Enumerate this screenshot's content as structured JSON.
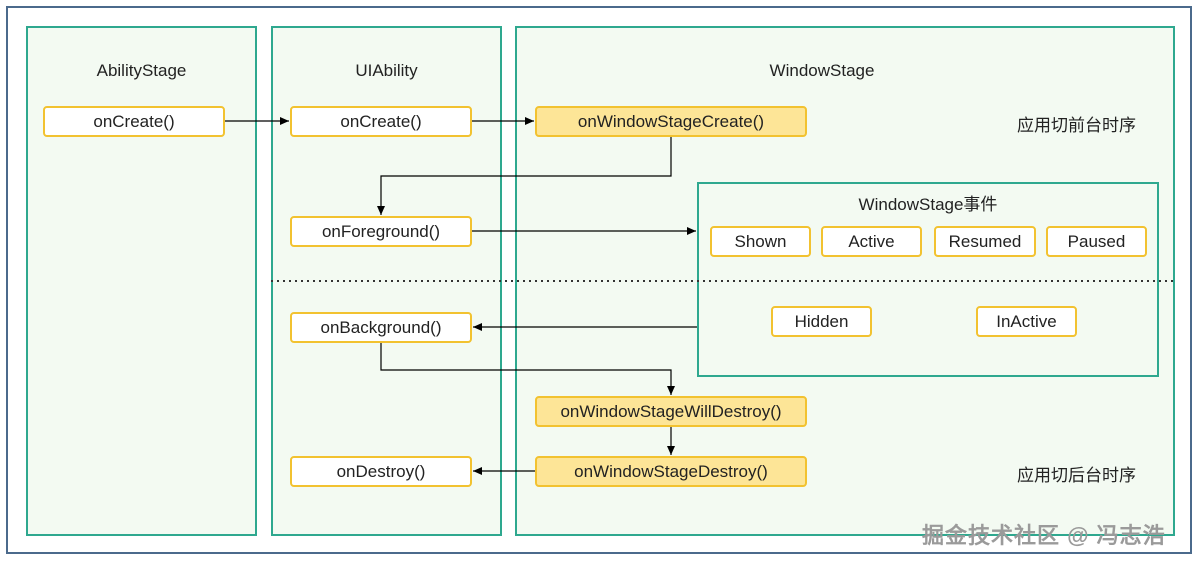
{
  "columns": {
    "ability_stage": {
      "title": "AbilityStage"
    },
    "ui_ability": {
      "title": "UIAbility"
    },
    "window_stage": {
      "title": "WindowStage"
    }
  },
  "nodes": {
    "as_on_create": "onCreate()",
    "ui_on_create": "onCreate()",
    "on_window_stage_create": "onWindowStageCreate()",
    "on_foreground": "onForeground()",
    "on_background": "onBackground()",
    "on_window_stage_will_destroy": "onWindowStageWillDestroy()",
    "on_destroy": "onDestroy()",
    "on_window_stage_destroy": "onWindowStageDestroy()"
  },
  "events_panel": {
    "title": "WindowStage事件",
    "events": [
      "Shown",
      "Active",
      "Resumed",
      "Paused",
      "Hidden",
      "InActive"
    ]
  },
  "side_labels": {
    "foreground_sequence": "应用切前台时序",
    "background_sequence": "应用切后台时序"
  },
  "watermark": "掘金技术社区 @ 冯志浩",
  "colors": {
    "panel_border": "#2ea88f",
    "panel_fill": "#f3faf2",
    "node_border": "#f2c230",
    "node_highlight": "#fde597",
    "outer_border": "#4b6a8c"
  }
}
